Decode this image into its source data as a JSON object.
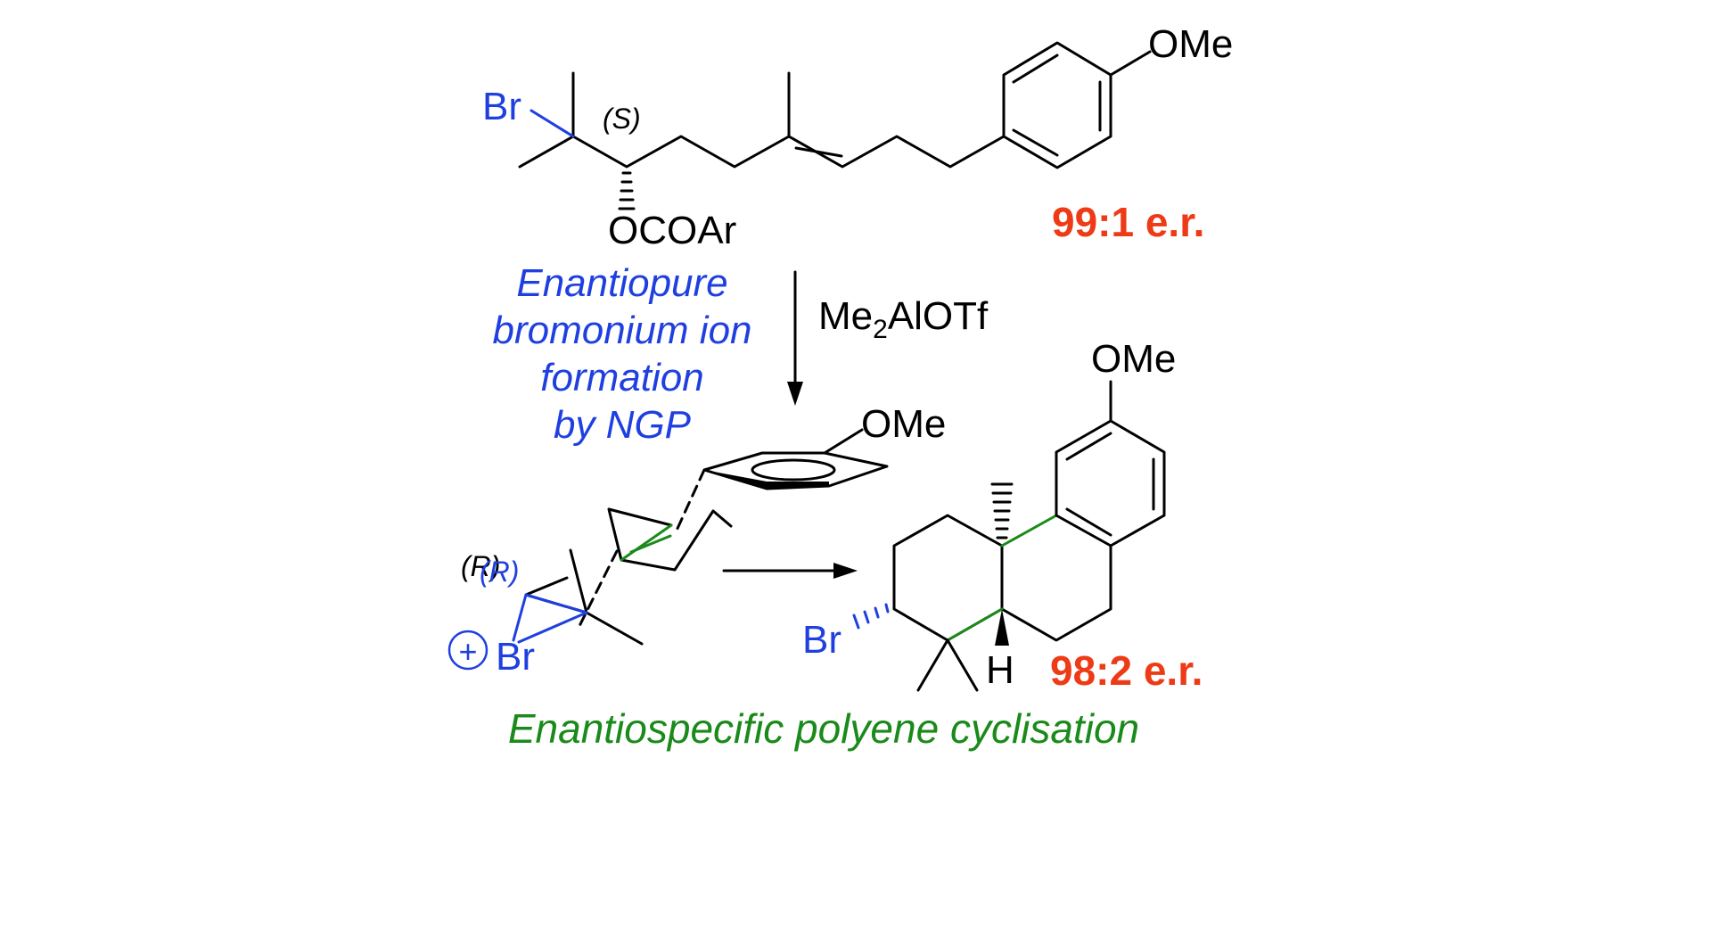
{
  "labels": {
    "ome_top": "OMe",
    "br_top": "Br",
    "s_label": "(S)",
    "ocoar": "OCOAr",
    "er_top": "99:1 e.r.",
    "reagent_main": "Me",
    "reagent_sub": "2",
    "reagent_tail": "AlOTf",
    "ome_mid": "OMe",
    "ome_right": "OMe",
    "r_label_black": "(R)",
    "r_label_blue": "(R)",
    "plus_sign": "+",
    "br_ion": "Br",
    "br_product": "Br",
    "h_label": "H",
    "er_bottom": "98:2 e.r."
  },
  "notes": {
    "bromonium_line1": "Enantiopure",
    "bromonium_line2": "bromonium ion",
    "bromonium_line3": "formation",
    "bromonium_line4": "by NGP",
    "cyclisation": "Enantiospecific polyene cyclisation"
  },
  "colors": {
    "blue": "#1f3fe0",
    "red": "#ee3a16",
    "green": "#1a8a1a",
    "black": "#000000"
  }
}
